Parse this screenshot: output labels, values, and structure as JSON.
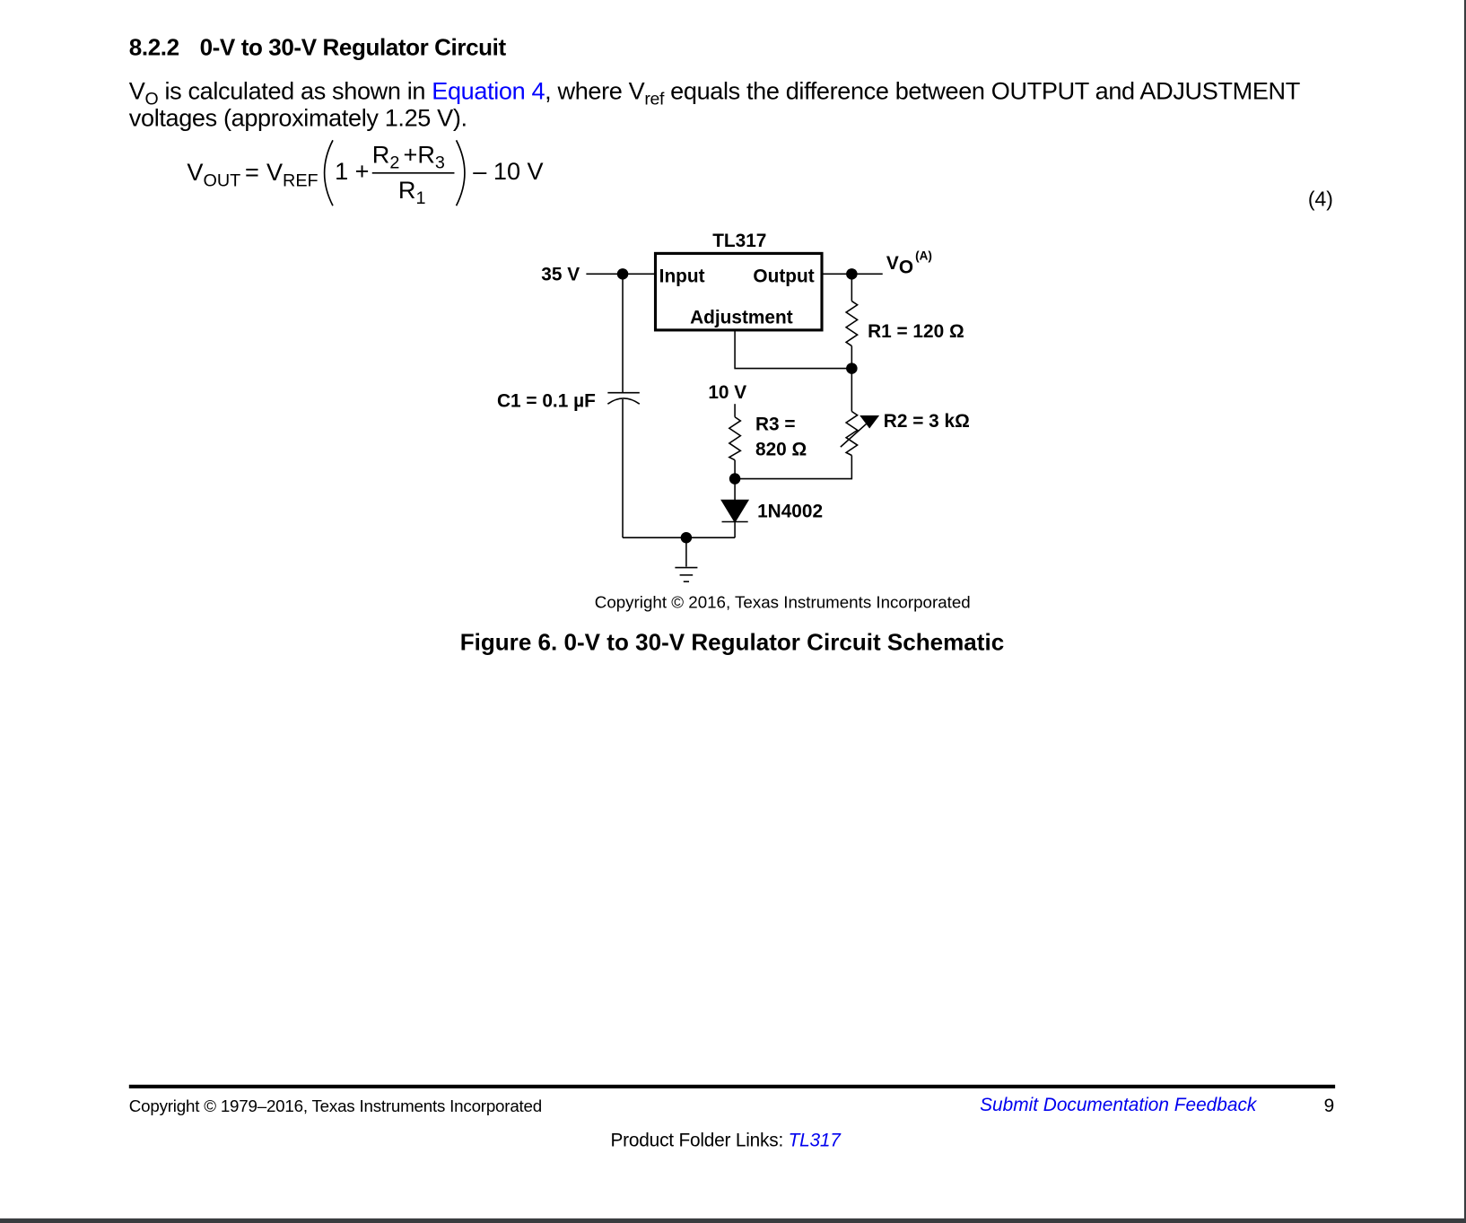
{
  "section": {
    "number": "8.2.2",
    "title": "0-V to 30-V Regulator Circuit"
  },
  "paragraph": {
    "v": "V",
    "v_sub": "O",
    "text1": " is calculated as shown in ",
    "link": "Equation 4",
    "text2": ", where V",
    "ref_sub": "ref",
    "text3": " equals the difference between OUTPUT and ADJUSTMENT",
    "line2": "voltages (approximately 1.25 V)."
  },
  "equation": {
    "lhs": "V",
    "lhs_sub": "OUT",
    "eq": "=",
    "vref": "V",
    "vref_sub": "REF",
    "one_plus": "1 +",
    "num_r2": "R",
    "num_r2_sub": "2",
    "plus": "+",
    "num_r3": "R",
    "num_r3_sub": "3",
    "den": "R",
    "den_sub": "1",
    "tail": "– 10 V",
    "number": "(4)"
  },
  "schematic": {
    "ic_name": "TL317",
    "input_pin": "Input",
    "output_pin": "Output",
    "adjust_pin": "Adjustment",
    "supply": "35 V",
    "vo": "V",
    "vo_sub": "O",
    "vo_note": "(A)",
    "r1": "R1 = 120 Ω",
    "r2": "R2 = 3 kΩ",
    "r3_line1": "R3 =",
    "r3_line2": "820 Ω",
    "ref_voltage": "10 V",
    "c1": "C1 = 0.1 µF",
    "diode": "1N4002",
    "copyright": "Copyright © 2016, Texas Instruments Incorporated"
  },
  "figure_caption": "Figure 6.  0-V to 30-V Regulator Circuit Schematic",
  "footer": {
    "copyright": "Copyright © 1979–2016, Texas Instruments Incorporated",
    "feedback_link": "Submit Documentation Feedback",
    "page_number": "9",
    "product_links_label": "Product Folder Links: ",
    "product_link": "TL317"
  }
}
